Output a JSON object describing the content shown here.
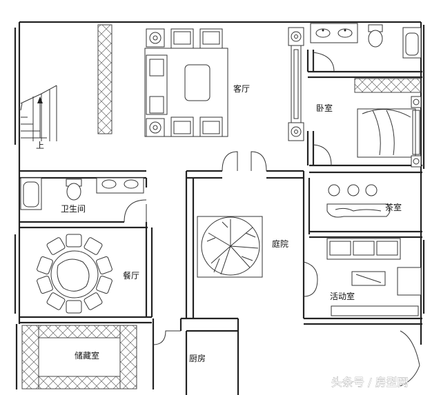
{
  "rooms": {
    "living_room": "客厅",
    "bedroom": "卧室",
    "stairs_up": "上",
    "bathroom": "卫生间",
    "tea_room": "茶室",
    "dining_room": "餐厅",
    "courtyard": "庭院",
    "activity_room": "活动室",
    "storage_room": "储藏室",
    "kitchen": "厨房"
  },
  "watermark": "头条号 / 房型网"
}
